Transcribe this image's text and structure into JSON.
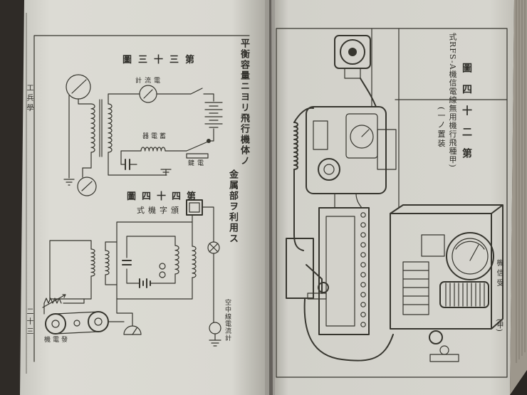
{
  "page": {
    "background": "#2f2b27",
    "paper_left": "#dbdad3",
    "paper_right": "#d4d3cc",
    "ink": "#37362f"
  },
  "left_page": {
    "margin_top": "工兵學",
    "margin_bottom": "二十三",
    "side_note_1": "平衡容量ニヨリ飛行機体ノ",
    "side_note_2": "金属部ヲ利用ス",
    "figure_33": {
      "title": "第三十三圖",
      "labels": {
        "ammeter": "電流計",
        "condenser": "蓄電器",
        "key": "電鍵"
      }
    },
    "figure_44": {
      "title": "第四十四圖",
      "subtitle": "頒字機式",
      "labels": {
        "generator": "發電機",
        "aerial_ammeter": "空中線電流計"
      }
    }
  },
  "right_page": {
    "figure_24": {
      "title": "第二十四圖",
      "caption_1": "(甲種飛行機用無線電信機A-SFR式",
      "caption_2": "装置ノ一)"
    },
    "receiver_label": "受信機",
    "receiver_mark": "(甲)"
  }
}
